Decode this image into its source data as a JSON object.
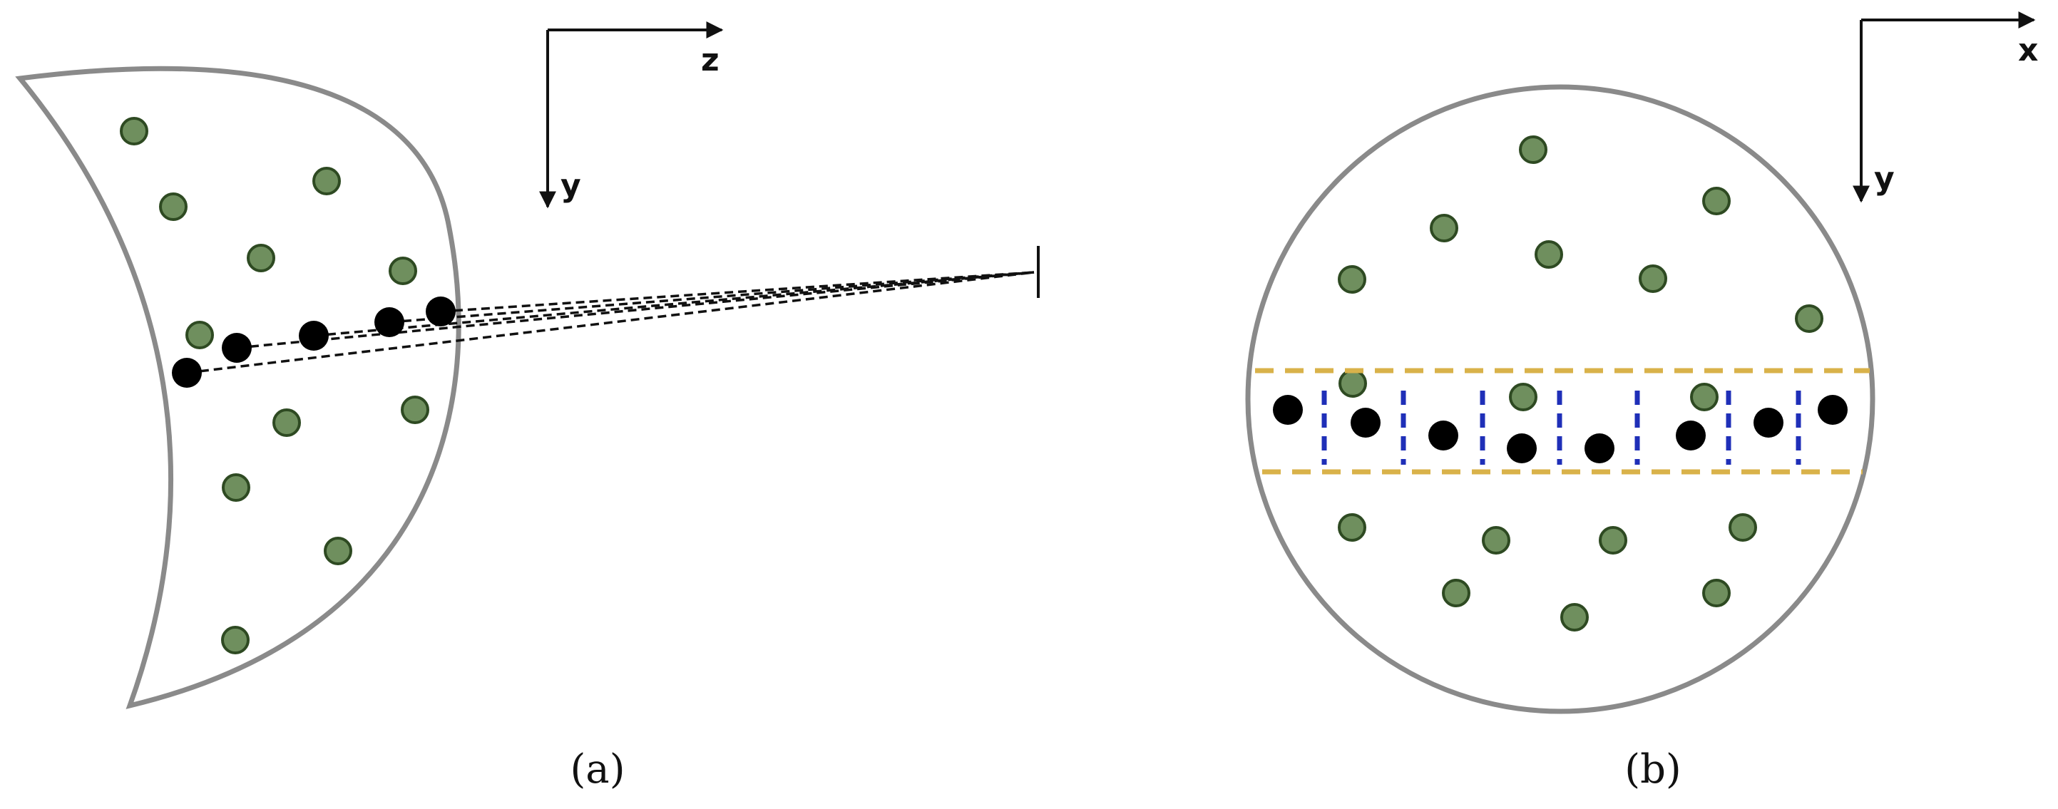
{
  "panel_a": {
    "caption": "(a)",
    "axis_horizontal": "z",
    "axis_vertical": "y"
  },
  "panel_b": {
    "caption": "(b)",
    "axis_horizontal": "x",
    "axis_vertical": "y"
  },
  "colors": {
    "outline": "#8a8a8a",
    "green_dot_fill": "#6f8f5e",
    "green_dot_stroke": "#2e4a22",
    "black_dot": "#000000",
    "band_dash": "#d9b24a",
    "divider_dash": "#1f2fb8"
  }
}
